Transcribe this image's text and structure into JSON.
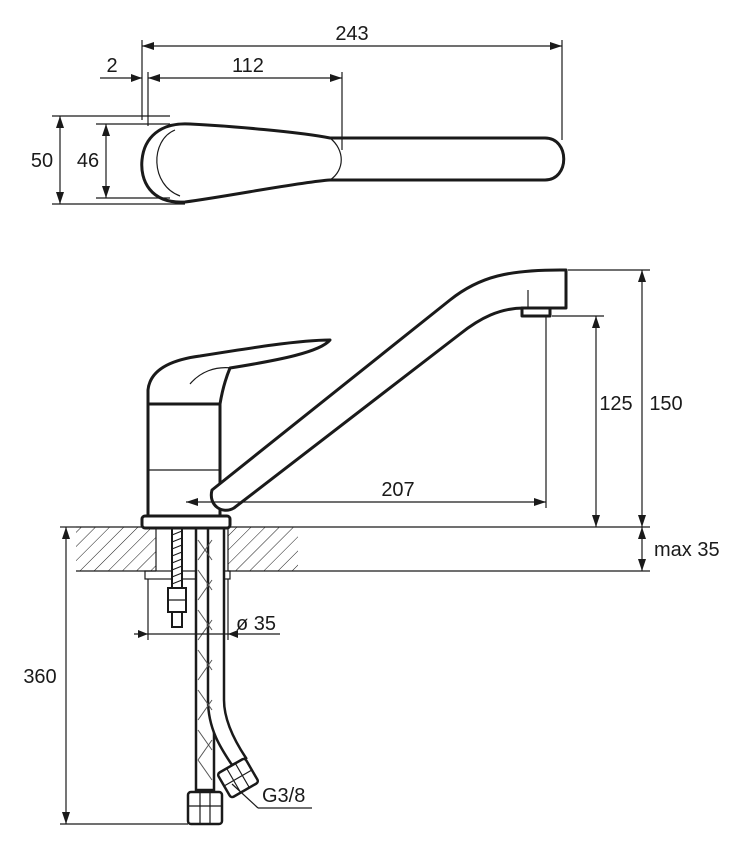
{
  "top_view": {
    "dim_width": "243",
    "dim_offset": "2",
    "dim_lever": "112",
    "dim_height_outer": "50",
    "dim_height_inner": "46"
  },
  "side_view": {
    "dim_spout_reach": "207",
    "dim_spout_height": "125",
    "dim_total_height": "150",
    "dim_counter_thickness": "max 35",
    "dim_hole_diameter": "ø 35",
    "dim_hose_length": "360",
    "dim_thread": "G3/8"
  },
  "colors": {
    "line": "#1a1a1a",
    "hatch": "#1a1a1a",
    "background": "#ffffff"
  }
}
